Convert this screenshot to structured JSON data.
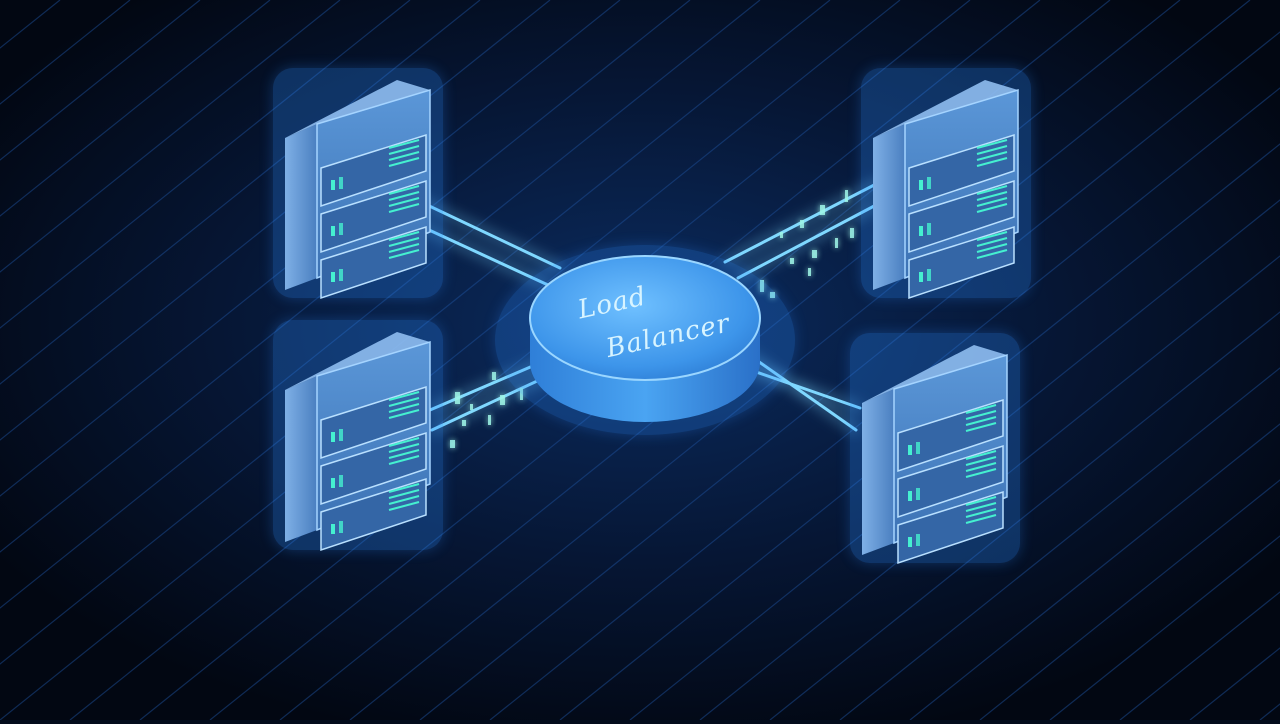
{
  "diagram": {
    "center_node": {
      "label_line1": "Load",
      "label_line2": "Balancer",
      "icon": "load-balancer-disc"
    },
    "server_nodes": [
      {
        "id": "server-top-left",
        "icon": "server-rack-icon",
        "units": 3
      },
      {
        "id": "server-top-right",
        "icon": "server-rack-icon",
        "units": 3
      },
      {
        "id": "server-bottom-left",
        "icon": "server-rack-icon",
        "units": 3
      },
      {
        "id": "server-bottom-right",
        "icon": "server-rack-icon",
        "units": 3
      }
    ],
    "connections": [
      {
        "from": "load-balancer",
        "to": "server-top-left"
      },
      {
        "from": "load-balancer",
        "to": "server-top-right"
      },
      {
        "from": "load-balancer",
        "to": "server-bottom-left"
      },
      {
        "from": "load-balancer",
        "to": "server-bottom-right"
      }
    ]
  },
  "colors": {
    "background": "#030c1c",
    "glow": "#2f8cff",
    "link": "#7fd8ff",
    "server_face": "#4c86c8",
    "server_side": "#3a6aa6",
    "server_top": "#8fbef0",
    "indicator": "#45f0d0"
  }
}
